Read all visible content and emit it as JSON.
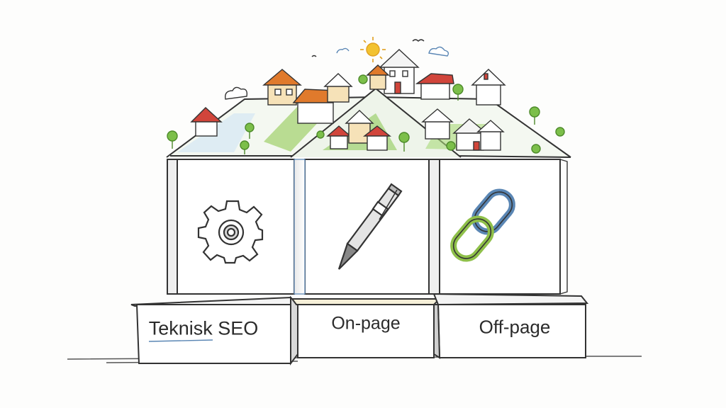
{
  "pillars": [
    {
      "label": "Teknisk SEO",
      "icon": "gear-icon"
    },
    {
      "label": "On-page",
      "icon": "pen-icon"
    },
    {
      "label": "Off-page",
      "icon": "chain-link-icon"
    }
  ],
  "colors": {
    "ink": "#3a3a3a",
    "roof_grass": "#7cbf4a",
    "chain_blue": "#5a86b4",
    "chain_green": "#8fc04a",
    "sun": "#f2c230",
    "roof_red": "#d1453b",
    "roof_orange": "#e07a2c"
  }
}
